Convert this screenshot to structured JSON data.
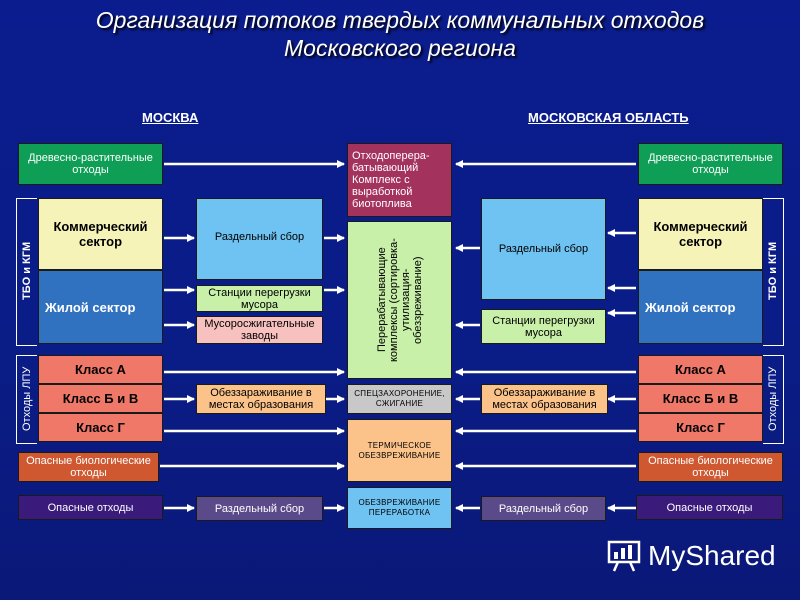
{
  "title_line1": "Организация потоков твердых коммунальных отходов",
  "title_line2": "Московского региона",
  "heading_moscow": "МОСКВА",
  "heading_region": "МОСКОВСКАЯ ОБЛАСТЬ",
  "left": {
    "wood_waste": "Древесно-растительные отходы",
    "tbo_label": "ТБО и КГМ",
    "commercial": "Коммерческий сектор",
    "residential": "Жилой сектор",
    "lpu_label": "Отходы ЛПУ",
    "class_a": "Класс А",
    "class_bv": "Класс Б и В",
    "class_g": "Класс Г",
    "bio": "Опасные биологические отходы",
    "hazardous": "Опасные отходы"
  },
  "right": {
    "wood_waste": "Древесно-растительные отходы",
    "tbo_label": "ТБО и КГМ",
    "commercial": "Коммерческий сектор",
    "residential": "Жилой сектор",
    "lpu_label": "Отходы ЛПУ",
    "class_a": "Класс А",
    "class_bv": "Класс Б и В",
    "class_g": "Класс Г",
    "bio": "Опасные биологические отходы",
    "hazardous": "Опасные отходы"
  },
  "mid_left": {
    "separate": "Раздельный сбор",
    "transfer": "Станции перегрузки мусора",
    "incinerator": "Мусоросжигательные заводы",
    "disinfect": "Обеззараживание в местах образования",
    "separate2": "Раздельный сбор"
  },
  "mid_right": {
    "separate": "Раздельный сбор",
    "transfer": "Станции перегрузки мусора",
    "disinfect": "Обеззараживание в местах образования",
    "separate2": "Раздельный сбор"
  },
  "center": {
    "biofuel": "Отходоперера-батывающий Комплекс с выработкой биотоплива",
    "processing": "Перерабатывающие комплексы (сортировка-утилизация-обеззреживание)",
    "special": "СПЕЦЗАХОРОНЕНИЕ, СЖИГАНИЕ",
    "thermal": "ТЕРМИЧЕСКОЕ ОБЕЗВРЕЖИВАНИЕ",
    "neutralize": "ОБЕЗВРЕЖИВАНИЕ ПЕРЕРАБОТКА"
  },
  "watermark": "MyShared",
  "colors": {
    "background": "#0b1d8e",
    "green": "#0f9e55",
    "yellow": "#f5f3b8",
    "blue": "#3072c0",
    "sky": "#6ec3f2",
    "maroon": "#a3325d",
    "salmon": "#f07868"
  }
}
